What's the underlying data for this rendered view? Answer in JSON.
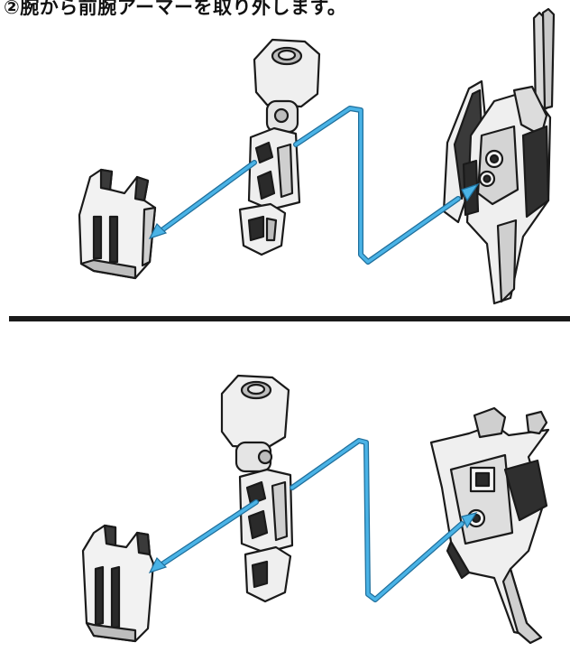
{
  "instruction": {
    "step_text": "②腕から前腕アーマーを取り外します。"
  },
  "colors": {
    "arrow": "#4ab3e6",
    "arrow_outline": "#1f6f9c",
    "part_fill": "#f2f2f2",
    "part_shade": "#bdbdbd",
    "part_dark": "#2a2a2a",
    "divider": "#1a1a1a"
  },
  "panels": [
    {
      "id": "top",
      "content": "arm-with-forearm-armor-and-mount"
    },
    {
      "id": "bottom",
      "content": "arm-with-forearm-armor-and-mount-alt-view"
    }
  ]
}
